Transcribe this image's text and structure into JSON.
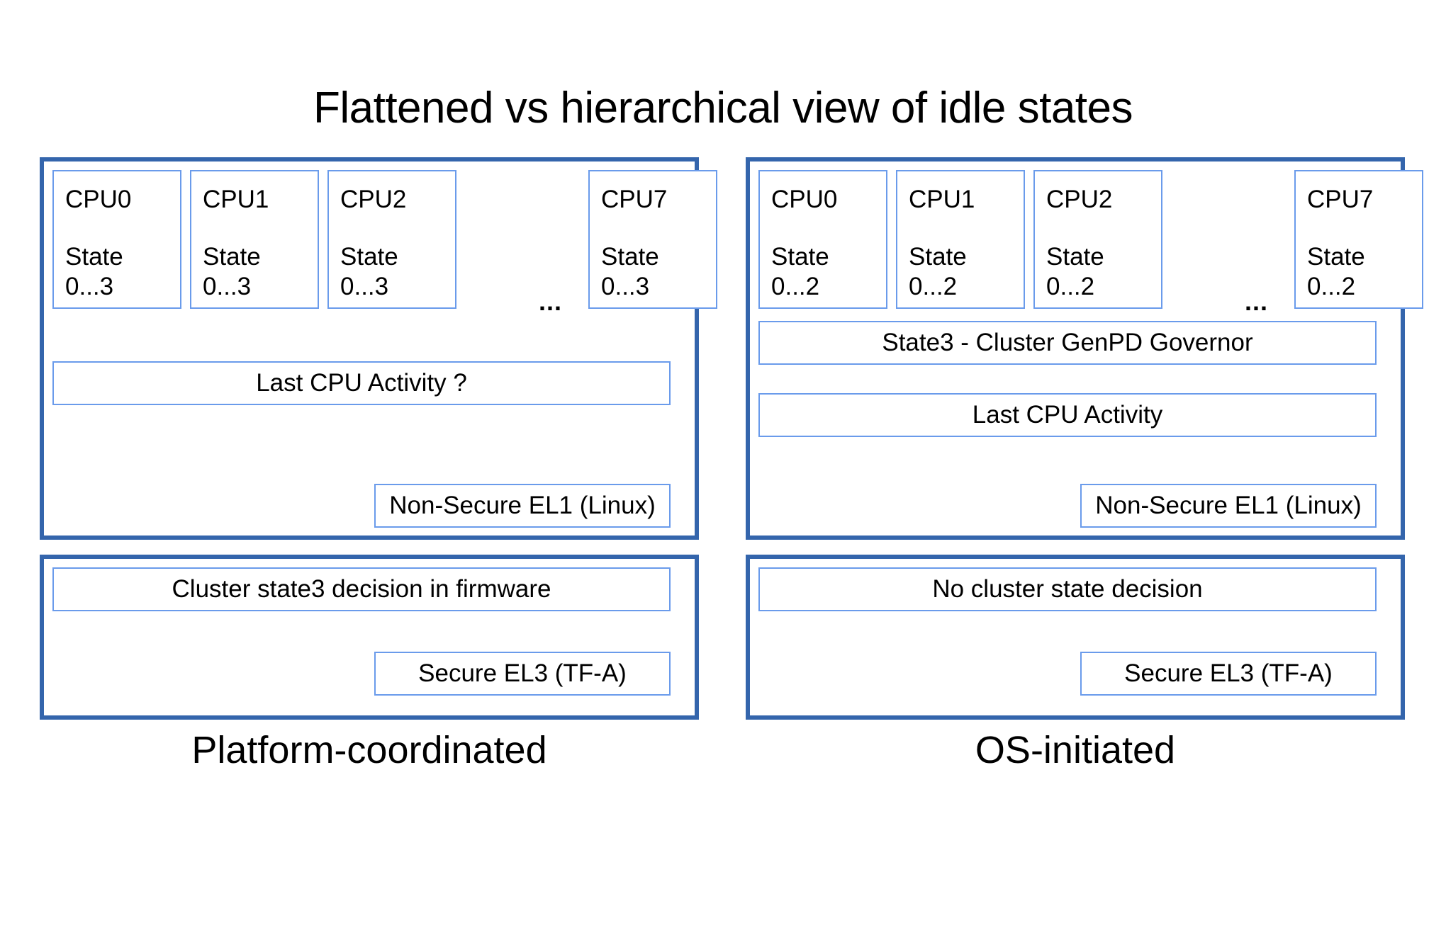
{
  "title": "Flattened vs hierarchical view of idle states",
  "colors": {
    "panel_border": "#3465ac",
    "box_border": "#6a9beb",
    "background": "#ffffff",
    "text": "#000000"
  },
  "left": {
    "caption": "Platform-coordinated",
    "os_panel": {
      "cpus": [
        {
          "name": "CPU0",
          "state_label": "State",
          "state_range": "0...3"
        },
        {
          "name": "CPU1",
          "state_label": "State",
          "state_range": "0...3"
        },
        {
          "name": "CPU2",
          "state_label": "State",
          "state_range": "0...3"
        },
        {
          "name": "CPU7",
          "state_label": "State",
          "state_range": "0...3"
        }
      ],
      "ellipsis": "...",
      "bars": [
        "Last CPU Activity ?"
      ],
      "exception_level": "Non-Secure EL1 (Linux)"
    },
    "fw_panel": {
      "bar": "Cluster state3 decision in firmware",
      "exception_level": "Secure EL3 (TF-A)"
    }
  },
  "right": {
    "caption": "OS-initiated",
    "os_panel": {
      "cpus": [
        {
          "name": "CPU0",
          "state_label": "State",
          "state_range": "0...2"
        },
        {
          "name": "CPU1",
          "state_label": "State",
          "state_range": "0...2"
        },
        {
          "name": "CPU2",
          "state_label": "State",
          "state_range": "0...2"
        },
        {
          "name": "CPU7",
          "state_label": "State",
          "state_range": "0...2"
        }
      ],
      "ellipsis": "...",
      "bars": [
        "State3 - Cluster GenPD Governor",
        "Last CPU Activity"
      ],
      "exception_level": "Non-Secure EL1 (Linux)"
    },
    "fw_panel": {
      "bar": "No cluster state decision",
      "exception_level": "Secure EL3 (TF-A)"
    }
  }
}
